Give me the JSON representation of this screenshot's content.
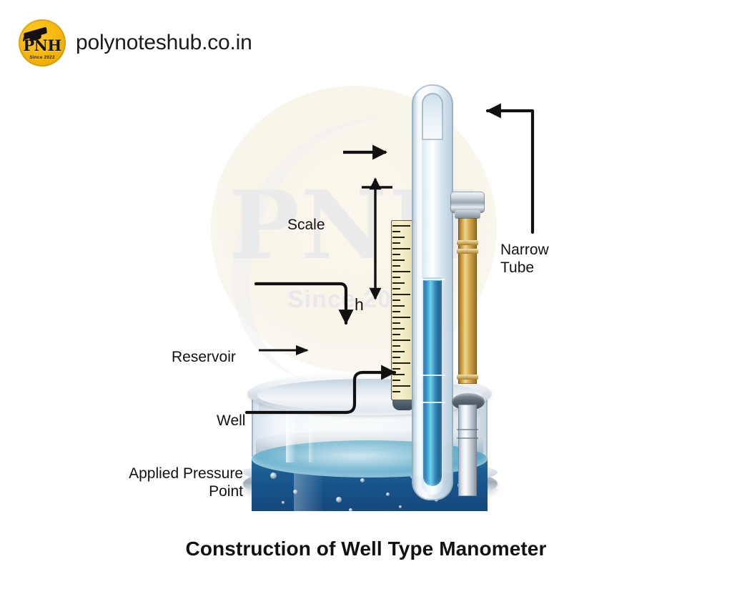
{
  "brand": {
    "site_name": "polynoteshub.co.in",
    "logo_text": "PNH",
    "logo_subtext": "Since 2022",
    "logo_color": "#f2b30a",
    "cap_icon": "graduation-cap-icon"
  },
  "watermark": {
    "text": "PNH",
    "subtext": "Since 2022"
  },
  "figure": {
    "caption": "Construction of Well Type Manometer",
    "labels": {
      "scale": "Scale",
      "narrow_tube": "Narrow\nTube",
      "reservoir": "Reservoir",
      "well": "Well",
      "applied_pressure_point": "Applied Pressure\nPoint",
      "height": "h"
    },
    "colors": {
      "liquid": "#1d5f93",
      "liquid_surface": "#64aecb",
      "manometer_column": "#3aa0cf",
      "brass": "#d3a64b",
      "metal": "#9fabb5",
      "ruler": "#f0e8c2",
      "annotation": "#111111"
    },
    "parts": [
      "reservoir-well-cylinder",
      "metal-base",
      "glass-u-tube",
      "measuring-scale-ruler",
      "narrow-brass-tube",
      "stainless-probe"
    ]
  }
}
